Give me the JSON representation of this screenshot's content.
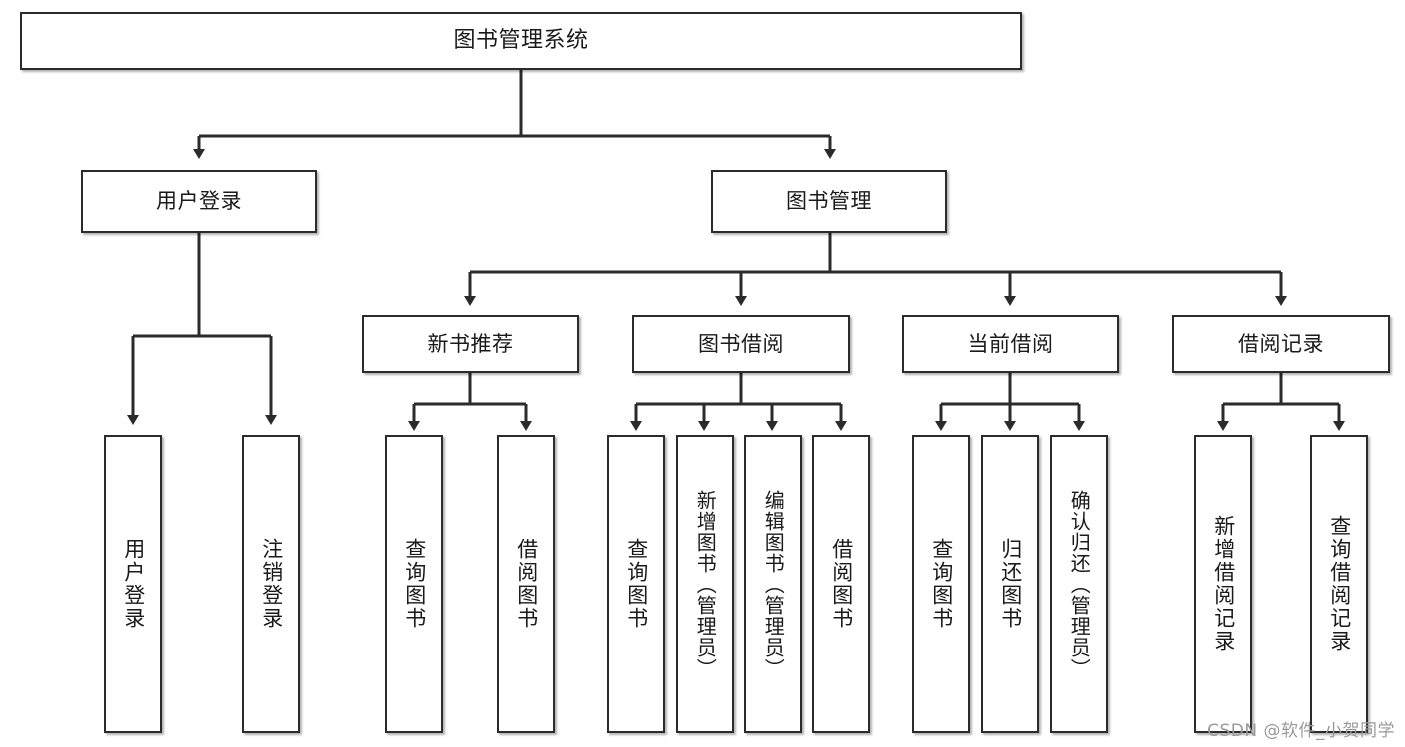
{
  "diagram": {
    "type": "tree-hierarchy",
    "title": "图书管理系统",
    "root": {
      "label": "图书管理系统"
    },
    "level2": [
      {
        "id": "user-login",
        "label": "用户登录"
      },
      {
        "id": "book-manage",
        "label": "图书管理"
      }
    ],
    "level3": [
      {
        "id": "new-book-recommend",
        "label": "新书推荐",
        "parent": "book-manage"
      },
      {
        "id": "book-borrow",
        "label": "图书借阅",
        "parent": "book-manage"
      },
      {
        "id": "current-borrow",
        "label": "当前借阅",
        "parent": "book-manage"
      },
      {
        "id": "borrow-record",
        "label": "借阅记录",
        "parent": "book-manage"
      }
    ],
    "leaves": {
      "user_login": [
        {
          "id": "leaf-user-login",
          "label": "用户登录"
        },
        {
          "id": "leaf-user-logout",
          "label": "注销登录"
        }
      ],
      "new_book_recommend": [
        {
          "id": "leaf-query-book-1",
          "label": "查询图书"
        },
        {
          "id": "leaf-borrow-book-1",
          "label": "借阅图书"
        }
      ],
      "book_borrow": [
        {
          "id": "leaf-query-book-2",
          "label": "查询图书"
        },
        {
          "id": "leaf-add-book",
          "label": "新增图书（管理员）"
        },
        {
          "id": "leaf-edit-book",
          "label": "编辑图书（管理员）"
        },
        {
          "id": "leaf-borrow-book-2",
          "label": "借阅图书"
        }
      ],
      "current_borrow": [
        {
          "id": "leaf-query-book-3",
          "label": "查询图书"
        },
        {
          "id": "leaf-return-book",
          "label": "归还图书"
        },
        {
          "id": "leaf-confirm-return",
          "label": "确认归还（管理员）"
        }
      ],
      "borrow_record": [
        {
          "id": "leaf-add-record",
          "label": "新增借阅记录"
        },
        {
          "id": "leaf-query-record",
          "label": "查询借阅记录"
        }
      ]
    }
  },
  "watermark": {
    "text": "CSDN @软件_小贺同学"
  },
  "colors": {
    "box_border": "#2b2b2b",
    "box_fill": "#ffffff",
    "connector": "#2b2b2b",
    "text": "#1a1a1a",
    "watermark": "#9a9a9a",
    "background": "#ffffff"
  }
}
